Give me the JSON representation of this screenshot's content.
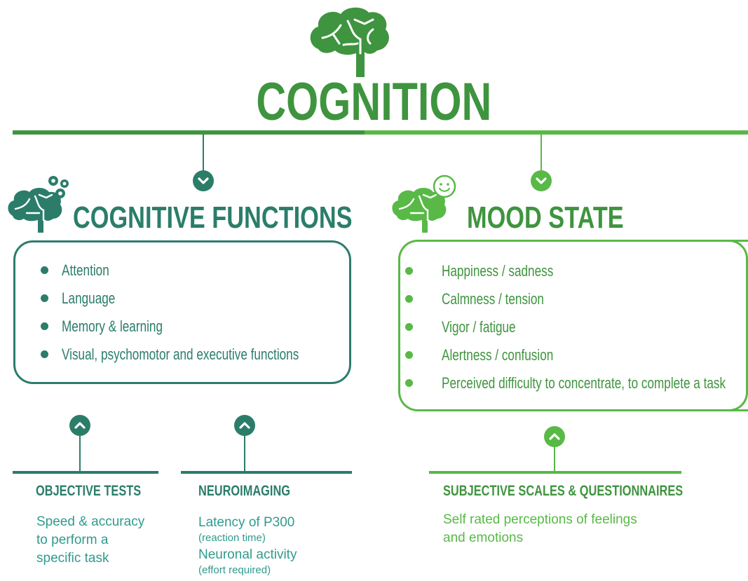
{
  "title": "COGNITION",
  "colors": {
    "dark_green": "#3f943f",
    "teal": "#2b7d6a",
    "light_green": "#58b947",
    "text_teal": "#2f9b8e"
  },
  "icons": {
    "main": "brain-icon",
    "cognitive": "brain-gears-icon",
    "mood": "brain-smiley-icon"
  },
  "cognitive_functions": {
    "heading": "COGNITIVE FUNCTIONS",
    "items": [
      "Attention",
      "Language",
      "Memory & learning",
      "Visual, psychomotor and executive functions"
    ]
  },
  "mood_state": {
    "heading": "MOOD STATE",
    "items": [
      "Happiness / sadness",
      "Calmness / tension",
      "Vigor / fatigue",
      "Alertness / confusion",
      "Perceived difficulty to concentrate, to complete a task"
    ]
  },
  "objective_tests": {
    "heading": "OBJECTIVE TESTS",
    "lines": [
      "Speed & accuracy",
      "to perform a",
      "specific task"
    ]
  },
  "neuroimaging": {
    "heading": "NEUROIMAGING",
    "line1": "Latency of P300",
    "note1": "(reaction time)",
    "line2": "Neuronal activity",
    "note2": "(effort required)"
  },
  "subjective": {
    "heading": "SUBJECTIVE SCALES & QUESTIONNAIRES",
    "lines": [
      "Self rated perceptions of feelings",
      "and emotions"
    ]
  }
}
